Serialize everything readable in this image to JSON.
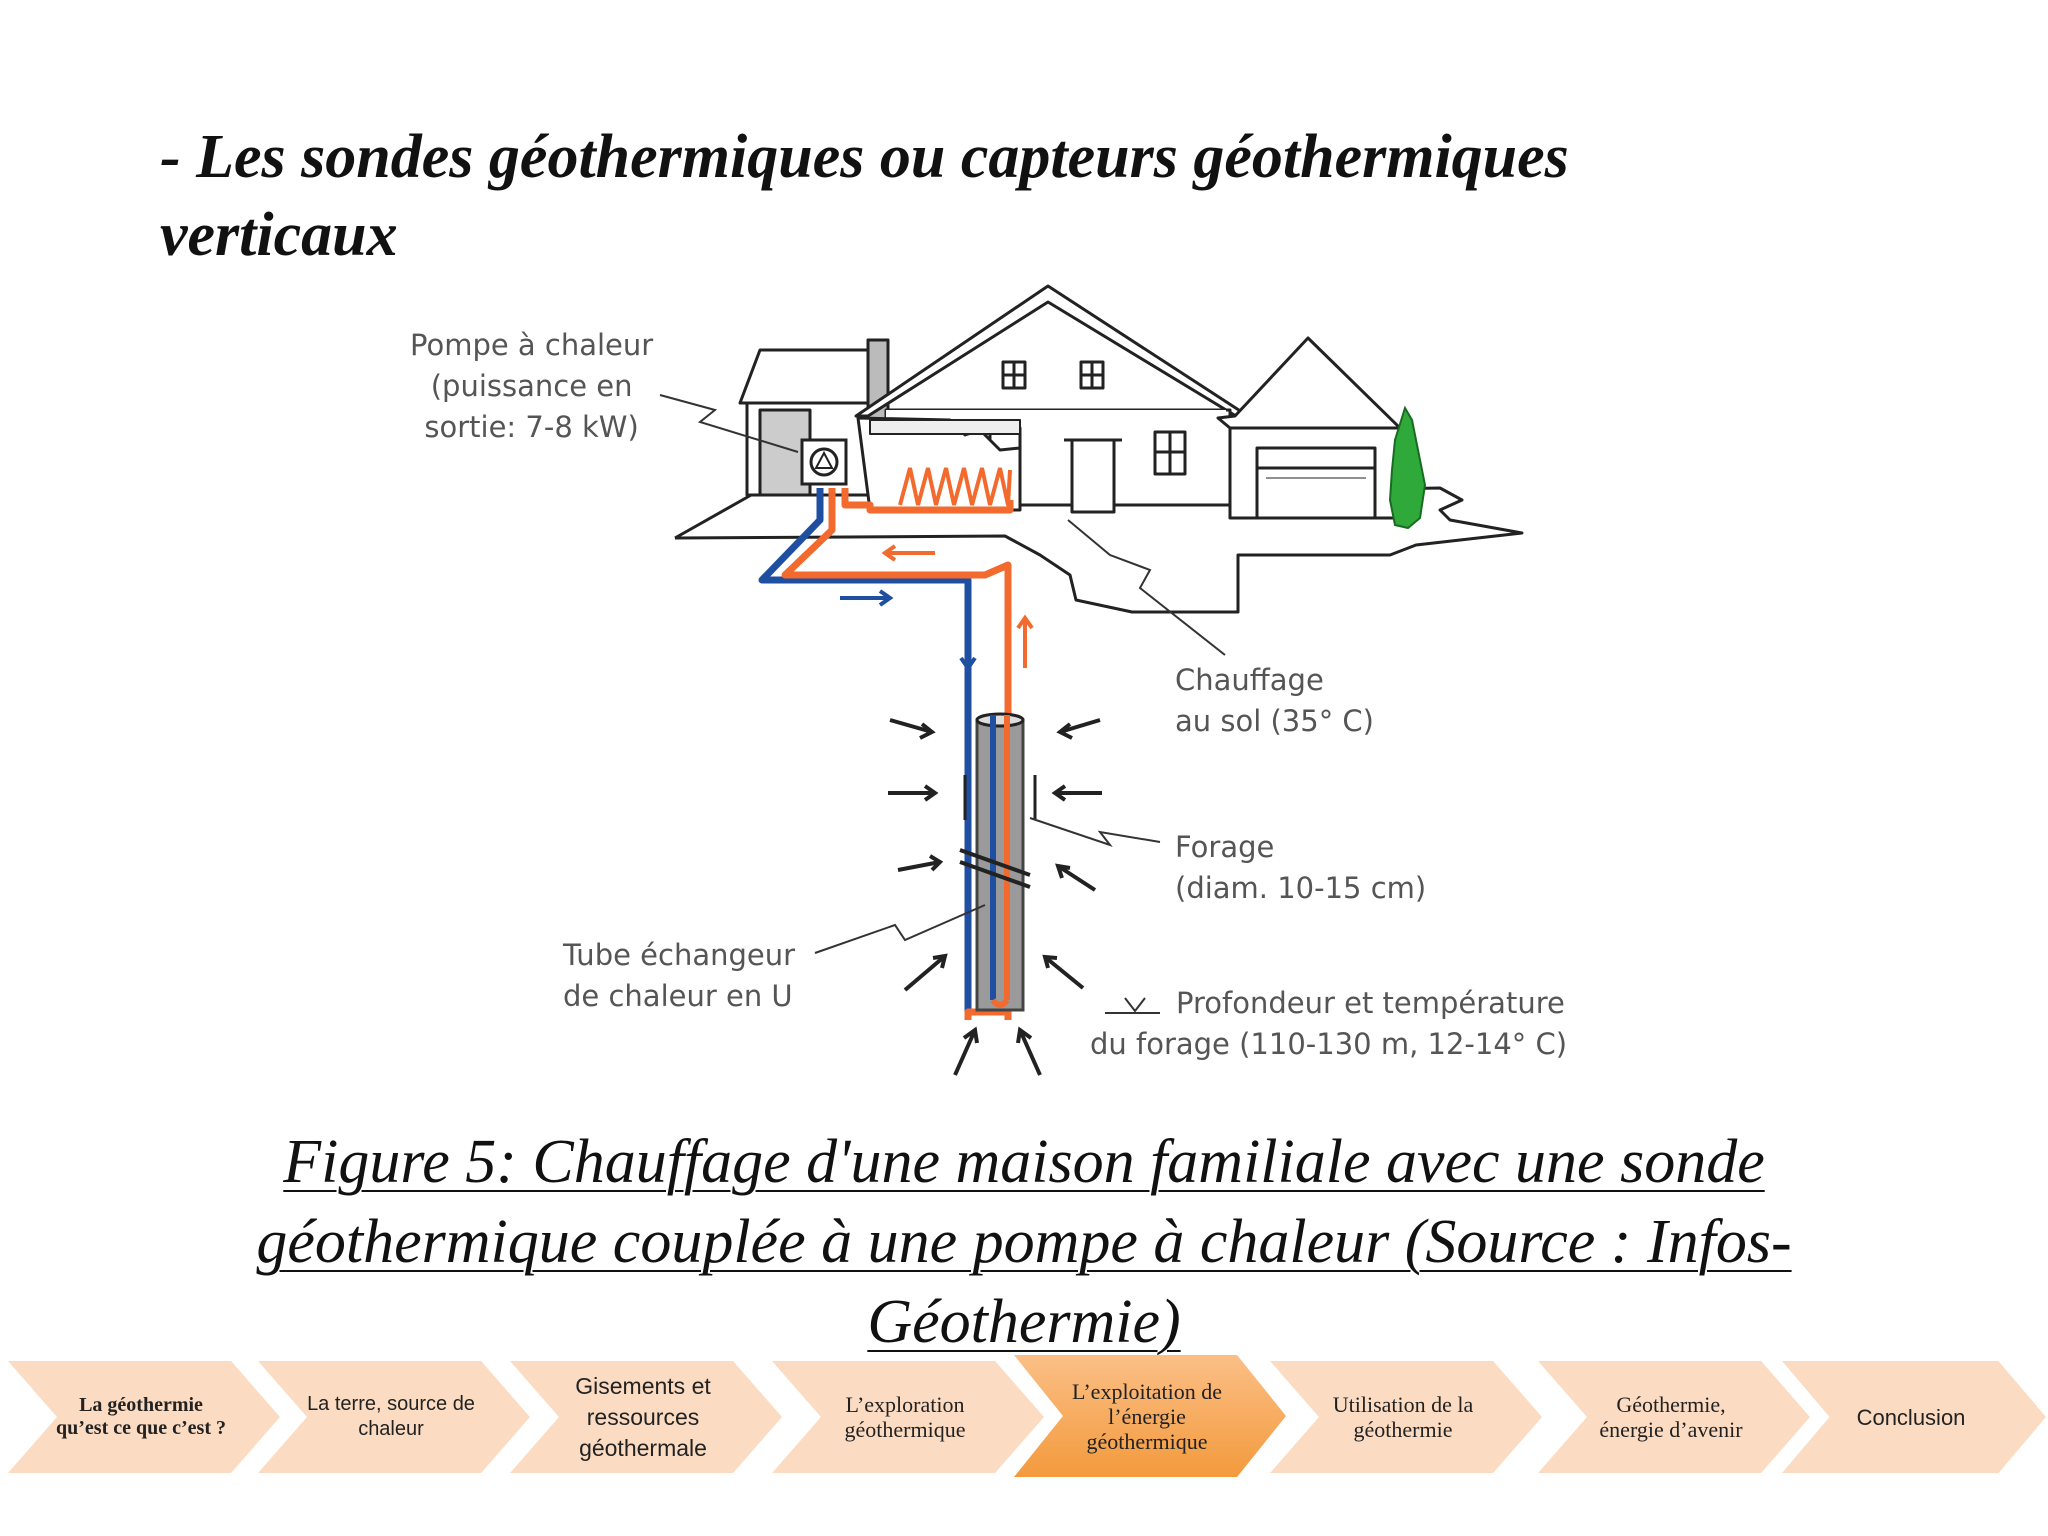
{
  "title": {
    "line1": "- Les sondes géothermiques ou capteurs géothermiques",
    "line2": "verticaux"
  },
  "diagram": {
    "labels": {
      "pump": [
        "Pompe à chaleur",
        "(puissance en",
        "sortie: 7-8 kW)"
      ],
      "floor_heating": [
        "Chauffage",
        "au sol (35° C)"
      ],
      "borehole": [
        "Forage",
        "(diam. 10-15 cm)"
      ],
      "tube": [
        "Tube échangeur",
        "de chaleur en U"
      ],
      "depth": [
        "Profondeur et température",
        "du forage (110-130 m, 12-14° C)"
      ]
    },
    "colors": {
      "hot_pipe": "#f26a2e",
      "cold_pipe": "#1f4fa0",
      "tree": "#2faa3a",
      "line": "#222222"
    },
    "icons": [
      "house-icon",
      "heat-pump-icon",
      "tree-icon",
      "arrow-icon",
      "ground-water-level-icon"
    ]
  },
  "caption": {
    "line1": "Figure 5: Chauffage d'une maison familiale avec une sonde",
    "line2": "géothermique couplée à une pompe à chaleur (Source : Infos-",
    "line3": "Géothermie)"
  },
  "nav": {
    "items": [
      {
        "label": "La géothermie qu’est ce que c’est ?",
        "active": false
      },
      {
        "label": "La terre, source de chaleur",
        "active": false
      },
      {
        "label": "Gisements et ressources géothermale",
        "active": false
      },
      {
        "label": "L’exploration géothermique",
        "active": false
      },
      {
        "label": "L’exploitation de l’énergie géothermique",
        "active": true
      },
      {
        "label": "Utilisation de la géothermie",
        "active": false
      },
      {
        "label": "Géothermie, énergie d’avenir",
        "active": false
      },
      {
        "label": "Conclusion",
        "active": false
      }
    ],
    "active_color": "#f39a3d",
    "inactive_color": "#fbdcc2"
  }
}
